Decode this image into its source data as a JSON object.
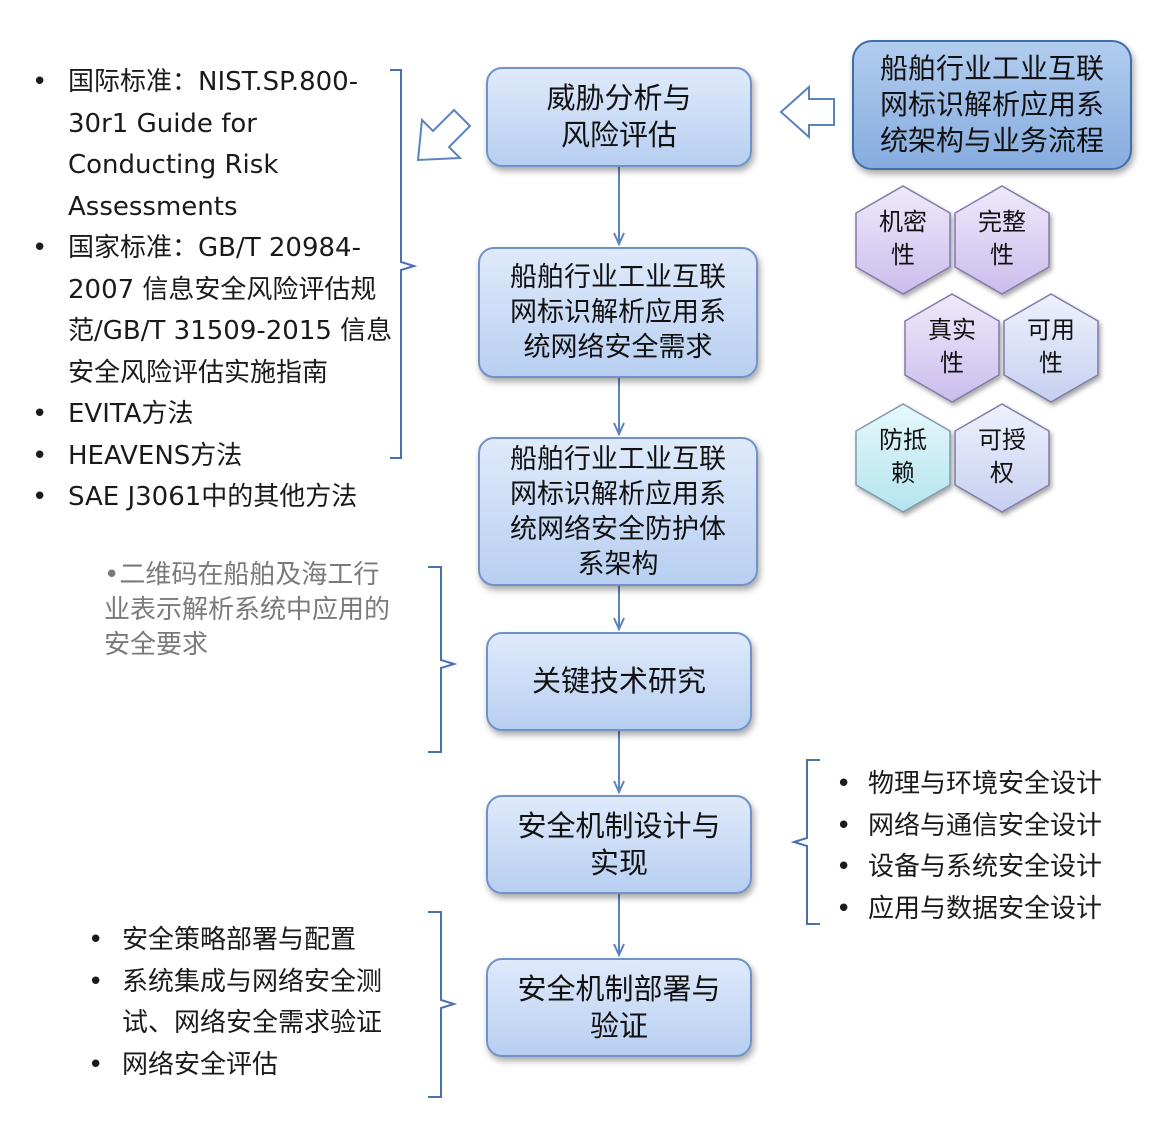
{
  "flow": {
    "threat_analysis": "威胁分析与\n风险评估",
    "security_requirements": "船舶行业工业互联\n网标识解析应用系\n统网络安全需求",
    "protection_architecture": "船舶行业工业互联\n网标识解析应用系\n统网络安全防护体\n系架构",
    "key_tech": "关键技术研究",
    "mechanism_design": "安全机制设计与\n实现",
    "mechanism_deploy": "安全机制部署与\n验证"
  },
  "system_box": "船舶行业工业互联\n网标识解析应用系\n统架构与业务流程",
  "standards": [
    "国际标准：NIST.SP.800-30r1 Guide for Conducting Risk Assessments",
    "国家标准：GB/T 20984-2007 信息安全风险评估规范/GB/T 31509-2015 信息安全风险评估实施指南",
    "EVITA方法",
    "HEAVENS方法",
    "SAE J3061中的其他方法"
  ],
  "qr_note": "•二维码在船舶及海工行业表示解析系统中应用的安全要求",
  "mechanisms": [
    "物理与环境安全设计",
    "网络与通信安全设计",
    "设备与系统安全设计",
    "应用与数据安全设计"
  ],
  "deployment": [
    "安全策略部署与配置",
    "系统集成与网络安全测试、网络安全需求验证",
    "网络安全评估"
  ],
  "properties": [
    {
      "label": "机密\n性",
      "color": "#ddd3f3"
    },
    {
      "label": "完整\n性",
      "color": "#ddd3f3"
    },
    {
      "label": "真实\n性",
      "color": "#ddd3f3"
    },
    {
      "label": "可用\n性",
      "color": "#dde2f7"
    },
    {
      "label": "防抵\n赖",
      "color": "#cfeff4"
    },
    {
      "label": "可授\n权",
      "color": "#d6e1f7"
    }
  ]
}
